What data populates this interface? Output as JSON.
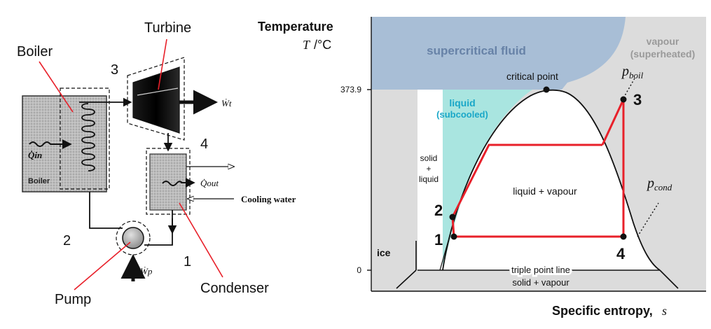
{
  "left_diagram": {
    "labels": {
      "turbine": "Turbine",
      "boiler": "Boiler",
      "pump": "Pump",
      "condenser": "Condenser",
      "cooling_water": "Cooling water",
      "boiler_inner": "Boiler",
      "q_in": "Q̇in",
      "q_out": "Q̇out",
      "w_t": "Ẇt",
      "w_p": "Ẇp"
    },
    "state_points": [
      "1",
      "2",
      "3",
      "4"
    ]
  },
  "ts_diagram": {
    "y_title": "Temperature",
    "y_symbol": "T",
    "y_unit": "/°C",
    "x_title": "Specific entropy,",
    "x_symbol": "s",
    "tick_critical": "373.9",
    "tick_zero": "0",
    "regions": {
      "supercritical": "supercritical fluid",
      "vapour": "vapour",
      "vapour_sub": "(superheated)",
      "liquid": "liquid",
      "liquid_sub": "(subcooled)",
      "critical_point": "critical point",
      "solid_liquid_1": "solid",
      "solid_liquid_2": "+",
      "solid_liquid_3": "liquid",
      "liquid_vapour": "liquid + vapour",
      "ice": "ice",
      "triple_line": "triple point line",
      "solid_vapour": "solid + vapour"
    },
    "pressure_labels": {
      "boil": "p_boil",
      "cond": "p_cond"
    },
    "pressure_display": {
      "boil_base": "p",
      "boil_sub": "boil",
      "cond_base": "p",
      "cond_sub": "cond"
    },
    "cycle_points": [
      "1",
      "2",
      "3",
      "4"
    ],
    "colors": {
      "supercritical": "#a8bed6",
      "vapour_region": "#dcdcdc",
      "liquid_region": "#a9e5e0",
      "cycle": "#e8202a",
      "liquid_text": "#19a7c8",
      "vapour_text": "#9a9a9a",
      "supercritical_text": "#6782a7"
    }
  }
}
